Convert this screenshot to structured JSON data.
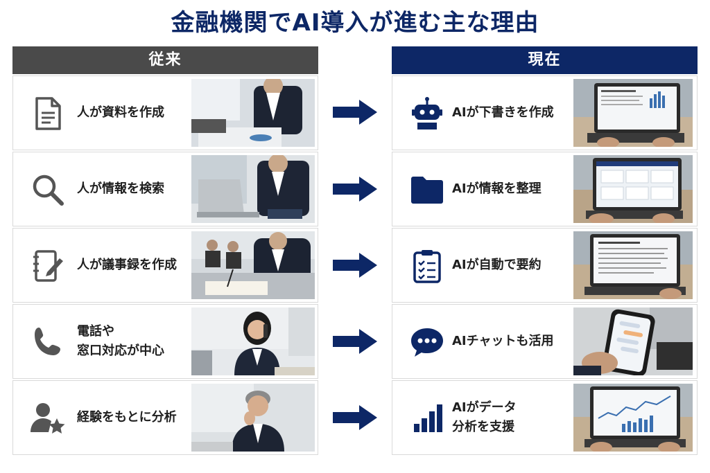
{
  "title": "金融機関でAI導入が進む主な理由",
  "headers": {
    "left": "従来",
    "right": "現在"
  },
  "colors": {
    "navy": "#0d2766",
    "gray_header": "#4a4a4a",
    "icon_gray": "#555555"
  },
  "rows": [
    {
      "left_icon": "document-icon",
      "left_lines": [
        "人が資料を作成"
      ],
      "right_icon": "robot-icon",
      "right_lines": [
        "AIが下書きを作成"
      ]
    },
    {
      "left_icon": "search-icon",
      "left_lines": [
        "人が情報を検索"
      ],
      "right_icon": "folder-icon",
      "right_lines": [
        "AIが情報を整理"
      ]
    },
    {
      "left_icon": "notes-pen-icon",
      "left_lines": [
        "人が議事録を作成"
      ],
      "right_icon": "clipboard-checklist-icon",
      "right_lines": [
        "AIが自動で要約"
      ]
    },
    {
      "left_icon": "phone-icon",
      "left_lines": [
        "電話や",
        "窓口対応が中心"
      ],
      "right_icon": "chat-bubble-icon",
      "right_lines": [
        "AIチャットも活用"
      ]
    },
    {
      "left_icon": "user-star-icon",
      "left_lines": [
        "経験をもとに分析"
      ],
      "right_icon": "bar-chart-icon",
      "right_lines": [
        "AIがデータ",
        "分析を支援"
      ]
    }
  ]
}
